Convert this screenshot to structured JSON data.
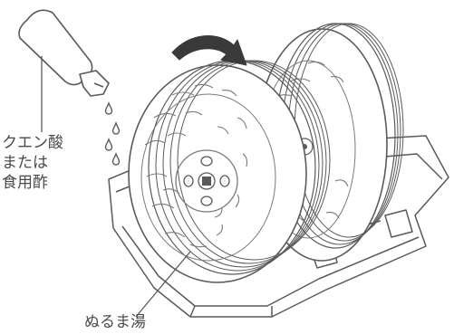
{
  "labels": {
    "citric_acid_lines": [
      "クエン酸",
      "または",
      "食用酢"
    ],
    "warm_water": "ぬるま湯"
  },
  "colors": {
    "line": "#5a5a5a",
    "arrow": "#3a3a3a",
    "text": "#4a4a4a",
    "background": "#ffffff"
  },
  "icons": [
    "bottle-icon",
    "drop-icon",
    "rotate-arrow-icon"
  ]
}
